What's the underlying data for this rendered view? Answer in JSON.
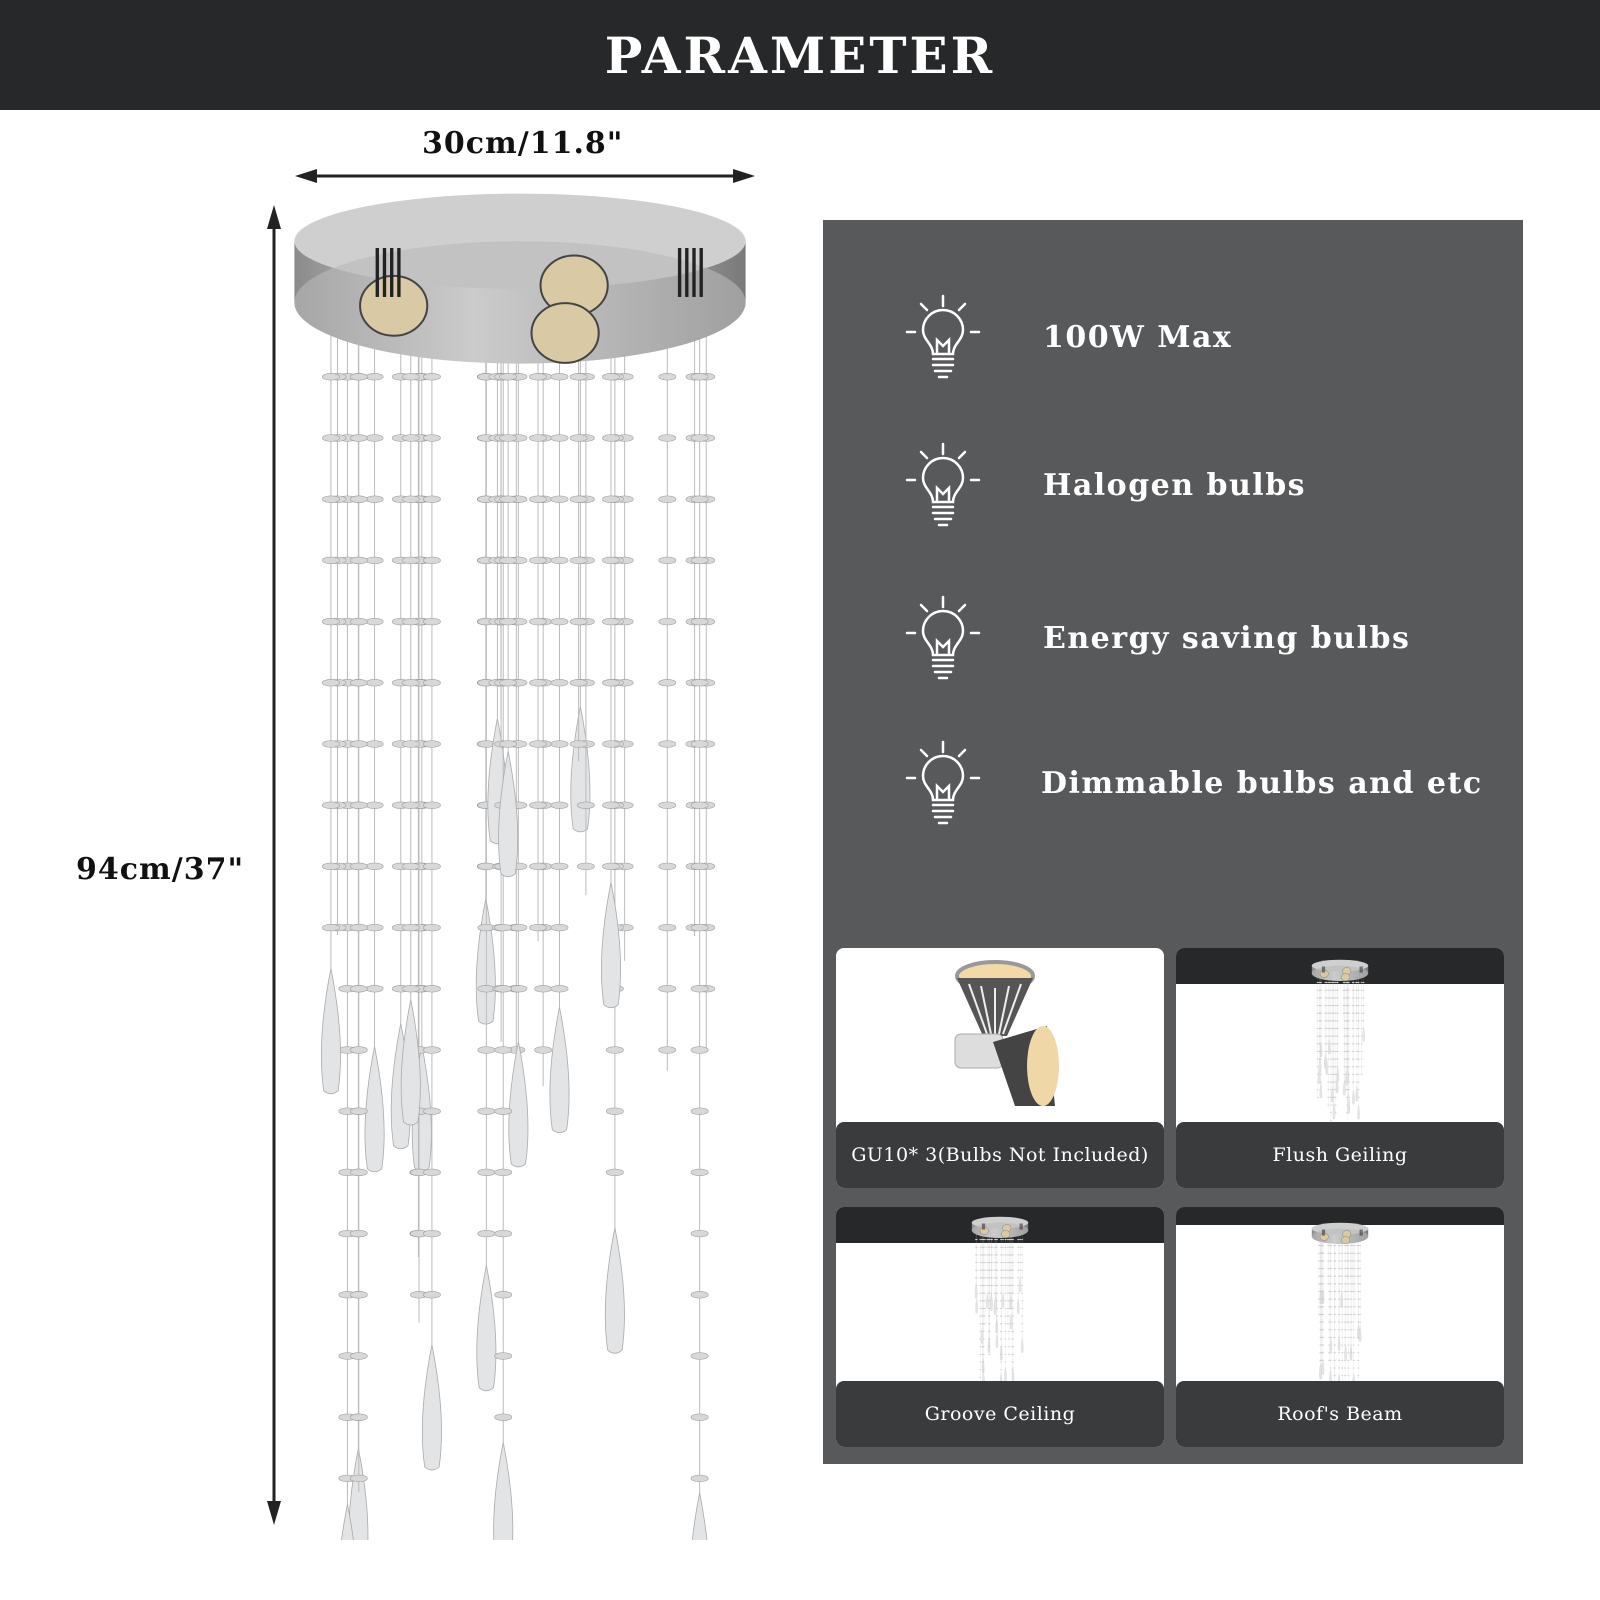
{
  "header": {
    "title": "PARAMETER"
  },
  "dimensions": {
    "width": "30cm/11.8\"",
    "height": "94cm/37\""
  },
  "features": [
    {
      "icon": "light-bulb-icon",
      "label": "100W Max"
    },
    {
      "icon": "light-bulb-icon",
      "label": "Halogen bulbs"
    },
    {
      "icon": "light-bulb-icon",
      "label": "Energy saving bulbs"
    },
    {
      "icon": "light-bulb-icon",
      "label": "Dimmable bulbs and etc"
    }
  ],
  "tiles": [
    {
      "caption": "GU10* 3(Bulbs Not Included)"
    },
    {
      "caption": "Flush Geiling"
    },
    {
      "caption": "Groove Ceiling"
    },
    {
      "caption": "Roof's Beam"
    }
  ],
  "colors": {
    "header": "#262829",
    "panel": "#58595b",
    "caption": "#393b3d"
  }
}
